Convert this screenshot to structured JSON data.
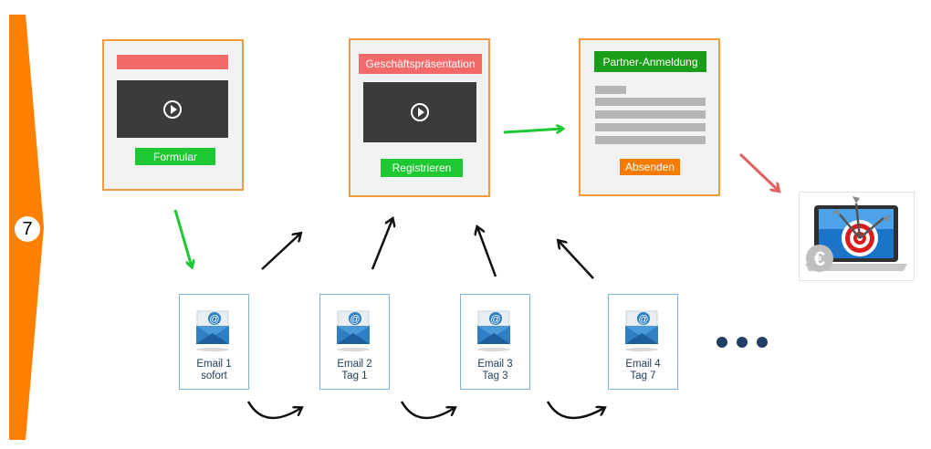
{
  "step_number": "7",
  "cards": {
    "formular": {
      "button": "Formular"
    },
    "praesentation": {
      "title": "Geschäftspräsentation",
      "button": "Registrieren"
    },
    "partner": {
      "title": "Partner-Anmeldung",
      "button": "Absenden"
    }
  },
  "emails": [
    {
      "line1": "Email 1",
      "line2": "sofort"
    },
    {
      "line1": "Email 2",
      "line2": "Tag 1"
    },
    {
      "line1": "Email 3",
      "line2": "Tag 3"
    },
    {
      "line1": "Email 4",
      "line2": "Tag 7"
    }
  ],
  "icons": [
    "play-icon",
    "email-at-icon",
    "target-laptop-icon",
    "euro-icon",
    "ellipsis-icon"
  ],
  "colors": {
    "orange": "#ff7f00",
    "card_border": "#f39a3a",
    "green": "#1ec832",
    "red_title": "#f26a6a",
    "dark_green": "#1a9e1a",
    "orange_button": "#f57c00",
    "navy": "#1f3f66"
  }
}
